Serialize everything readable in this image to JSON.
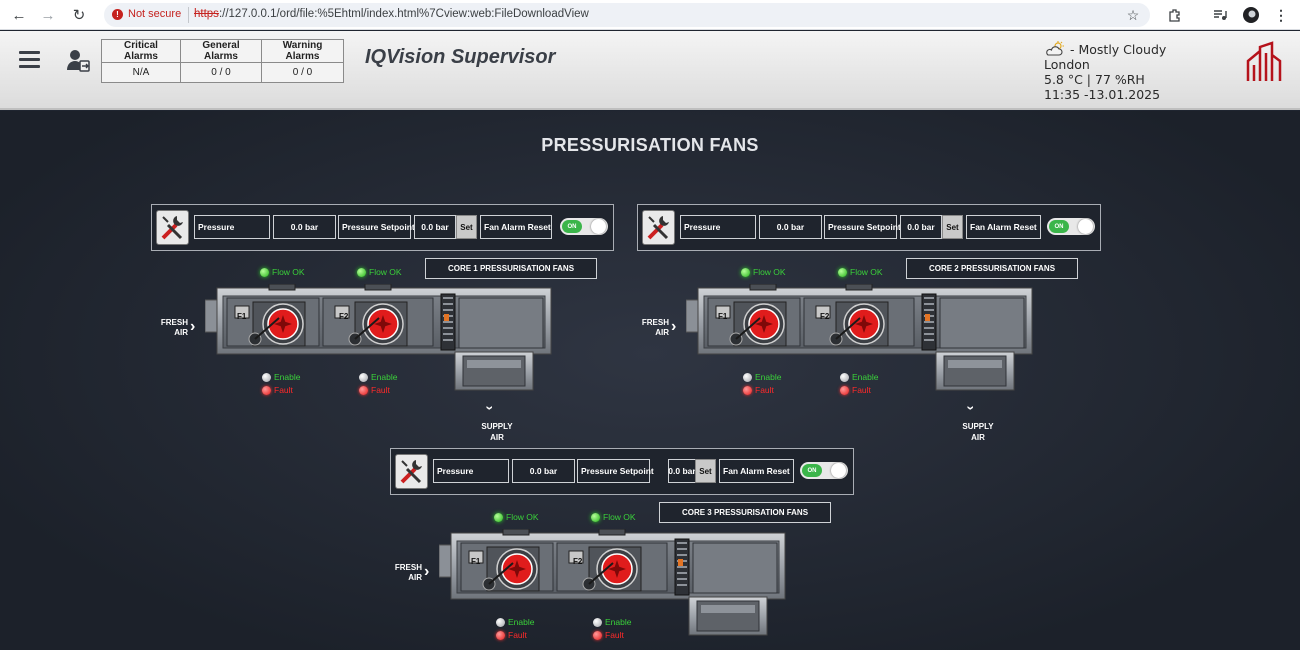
{
  "browser": {
    "back_icon": "arrow-left-icon",
    "forward_icon": "arrow-right-icon",
    "reload_icon": "reload-icon",
    "security_label": "Not secure",
    "url_scheme": "https",
    "url_rest": "://127.0.0.1/ord/file:%5Ehtml/index.html%7Cview:web:FileDownloadView"
  },
  "header": {
    "app_title": "IQVision Supervisor",
    "alarms": {
      "critical_label": "Critical Alarms",
      "general_label": "General Alarms",
      "warning_label": "Warning Alarms",
      "critical_value": "N/A",
      "general_value": "0 / 0",
      "warning_value": "0 / 0"
    },
    "weather": {
      "icon": "partly-cloudy-icon",
      "condition": "- Mostly Cloudy",
      "location": "London",
      "readings": "5.8 °C | 77 %RH",
      "datetime": "11:35 -13.01.2025"
    }
  },
  "page": {
    "title": "PRESSURISATION FANS"
  },
  "cores": [
    {
      "label": "CORE 1 PRESSURISATION FANS",
      "pressure_label": "Pressure",
      "pressure_value": "0.0 bar",
      "setpoint_label": "Pressure Setpoint",
      "setpoint_value": "0.0 bar",
      "set_button": "Set",
      "reset_label": "Fan Alarm Reset",
      "toggle_label": "ON",
      "fans": [
        {
          "tag": "F1",
          "flow": "Flow OK",
          "enable": "Enable",
          "fault": "Fault"
        },
        {
          "tag": "F2",
          "flow": "Flow OK",
          "enable": "Enable",
          "fault": "Fault"
        }
      ],
      "fresh_air": [
        "FRESH",
        "AIR"
      ],
      "supply_air": [
        "SUPPLY",
        "AIR"
      ]
    },
    {
      "label": "CORE 2 PRESSURISATION FANS",
      "pressure_label": "Pressure",
      "pressure_value": "0.0 bar",
      "setpoint_label": "Pressure Setpoint",
      "setpoint_value": "0.0 bar",
      "set_button": "Set",
      "reset_label": "Fan Alarm Reset",
      "toggle_label": "ON",
      "fans": [
        {
          "tag": "F1",
          "flow": "Flow OK",
          "enable": "Enable",
          "fault": "Fault"
        },
        {
          "tag": "F2",
          "flow": "Flow OK",
          "enable": "Enable",
          "fault": "Fault"
        }
      ],
      "fresh_air": [
        "FRESH",
        "AIR"
      ],
      "supply_air": [
        "SUPPLY",
        "AIR"
      ]
    },
    {
      "label": "CORE 3 PRESSURISATION FANS",
      "pressure_label": "Pressure",
      "pressure_value": "0.0 bar",
      "setpoint_label": "Pressure Setpoint",
      "setpoint_value": "0.0 bar",
      "set_button": "Set",
      "reset_label": "Fan Alarm Reset",
      "toggle_label": "ON",
      "fans": [
        {
          "tag": "F1",
          "flow": "Flow OK",
          "enable": "Enable",
          "fault": "Fault"
        },
        {
          "tag": "F2",
          "flow": "Flow OK",
          "enable": "Enable",
          "fault": "Fault"
        }
      ],
      "fresh_air": [
        "FRESH",
        "AIR"
      ]
    }
  ],
  "colors": {
    "flow_ok": "#3ad13a",
    "fault": "#ff2a2a",
    "fan_red": "#e01c1c",
    "logo_red": "#b5121b",
    "background": "#1f2530"
  }
}
